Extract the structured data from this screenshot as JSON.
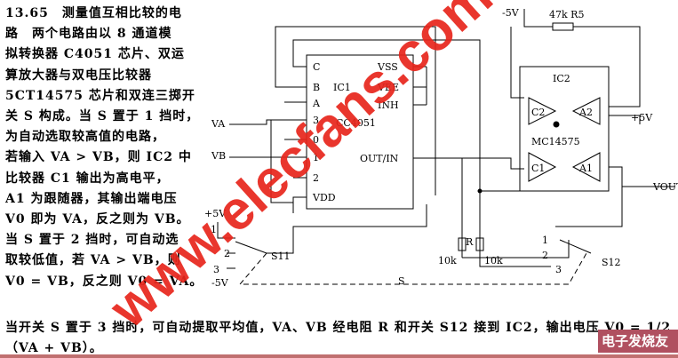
{
  "para_lines": [
    "13.65　测量值互相比较的电",
    "路　两个电路由以 8 通道模",
    "拟转换器 C4051 芯片、双运",
    "算放大器与双电压比较器",
    "5CT14575 芯片和双连三掷开",
    "关 S 构成。当 S 置于 1 挡时，",
    "为自动选取较高值的电路，",
    "若输入 VA > VB，则 IC2 中",
    "比较器 C1 输出为高电平，",
    "A1 为跟随器，其输出端电压",
    "V0 即为 VA，反之则为 VB。",
    "当 S 置于 2 挡时，可自动选",
    "取较低值，若 VA > VB，则",
    "V0 = VB，反之则 V0 = VA。"
  ],
  "full_lines": [
    "当开关 S 置于 3 挡时，可自动提取平均值，VA、VB 经电阻 R 和开关 S12 接到 IC2，输出电压 V0 = 1/2",
    "（VA + VB）。"
  ],
  "circuit": {
    "ic1": {
      "name": "IC1",
      "part": "CC4051",
      "left_pins": [
        "C",
        "B",
        "A",
        "3",
        "0",
        "1",
        "2",
        "VDD"
      ],
      "right_pins": [
        "VSS",
        "VEE",
        "INH",
        "OUT/IN"
      ]
    },
    "ic2": {
      "name": "IC2",
      "part": "MC14575",
      "units": [
        "C2",
        "A2",
        "C1",
        "A1"
      ]
    },
    "r5": "47k R5",
    "neg5v_top": "-5V",
    "pos5v_right": "+5V",
    "vout": "VOUT",
    "va": "VA",
    "vb": "VB",
    "pos5v_left": "+5V",
    "neg5v_left": "-5V",
    "s11": "S11",
    "s12": "S12",
    "s": "S",
    "r": "R",
    "r_left": "10k",
    "r_right": "10k",
    "pos": [
      "1",
      "2",
      "3"
    ]
  },
  "watermark": "www.elecfans.com",
  "logo": "电子发烧友"
}
